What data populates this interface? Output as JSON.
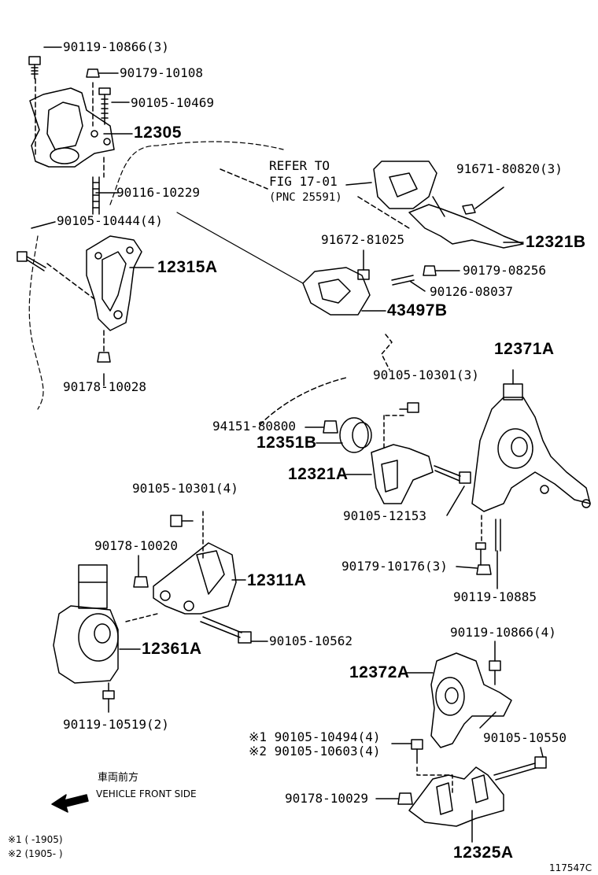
{
  "labels": {
    "p_90119_10866_3": "90119-10866(3)",
    "p_90179_10108": "90179-10108",
    "p_90105_10469": "90105-10469",
    "p_12305": "12305",
    "p_90116_10229": "90116-10229",
    "p_90105_10444_4": "90105-10444(4)",
    "p_12315A": "12315A",
    "p_90178_10028": "90178-10028",
    "refer_line1": "REFER TO",
    "refer_line2": "FIG 17-01",
    "refer_line3": "(PNC 25591)",
    "p_91671_80820_3": "91671-80820(3)",
    "p_12321B": "12321B",
    "p_91672_81025": "91672-81025",
    "p_90179_08256": "90179-08256",
    "p_90126_08037": "90126-08037",
    "p_43497B": "43497B",
    "p_12371A": "12371A",
    "p_90105_10301_3": "90105-10301(3)",
    "p_94151_80800": "94151-80800",
    "p_12351B": "12351B",
    "p_12321A": "12321A",
    "p_90105_12153": "90105-12153",
    "p_90105_10301_4": "90105-10301(4)",
    "p_90179_10176_3": "90179-10176(3)",
    "p_90119_10885": "90119-10885",
    "p_90178_10020": "90178-10020",
    "p_12311A": "12311A",
    "p_90105_10562": "90105-10562",
    "p_12361A": "12361A",
    "p_90119_10519_2": "90119-10519(2)",
    "p_90119_10866_4": "90119-10866(4)",
    "p_12372A": "12372A",
    "p_90105_10494_4": "※1 90105-10494(4)",
    "p_90105_10603_4": "※2 90105-10603(4)",
    "p_90105_10550": "90105-10550",
    "p_90178_10029": "90178-10029",
    "p_12325A": "12325A"
  },
  "front": {
    "jp": "車両前方",
    "en": "VEHICLE FRONT SIDE"
  },
  "notes": {
    "n1": "※1 (     -1905)",
    "n2": "※2 (1905-     )"
  },
  "figure_id": "117547C"
}
